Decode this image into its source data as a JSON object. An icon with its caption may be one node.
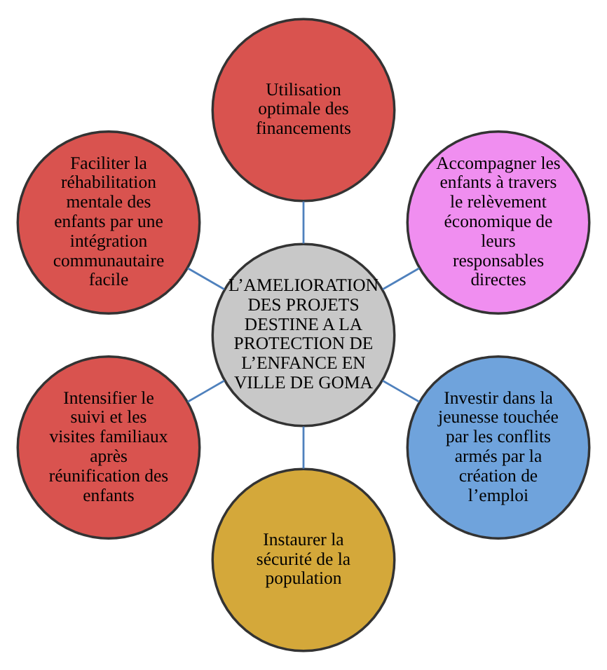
{
  "diagram": {
    "nodes": [
      {
        "text": [
          "L’AMELIORATION DES PROJETS DESTINE A LA PROTECTION DE L’ENFANCE EN VILLE DE GOMA"
        ]
      },
      {
        "text": [
          "Accompagner les enfants à travers le relèvement économique de leurs responsables directes"
        ]
      },
      {
        "text": [
          "Utilisation optimale des financements"
        ]
      },
      {
        "text": [
          "Faciliter la réhabilitation mentale des enfants par une intégration communautaire facile"
        ]
      },
      {
        "text": [
          "Intensifier le suivi et les visites familiaux après réunification des enfants"
        ]
      },
      {
        "text": [
          "Instaurer la sécurité de la population"
        ]
      },
      {
        "text": [
          "Investir dans la jeunesse touchée par les conflits armés par la création de l’emploi"
        ]
      }
    ],
    "edges": [
      {
        "from": 0,
        "to": 1,
        "arrow": "none"
      },
      {
        "from": 0,
        "to": 2,
        "arrow": "none"
      },
      {
        "from": 0,
        "to": 3,
        "arrow": "none"
      },
      {
        "from": 0,
        "to": 4,
        "arrow": "none"
      },
      {
        "from": 0,
        "to": 5,
        "arrow": "none"
      },
      {
        "from": 0,
        "to": 6,
        "arrow": "none"
      }
    ]
  }
}
